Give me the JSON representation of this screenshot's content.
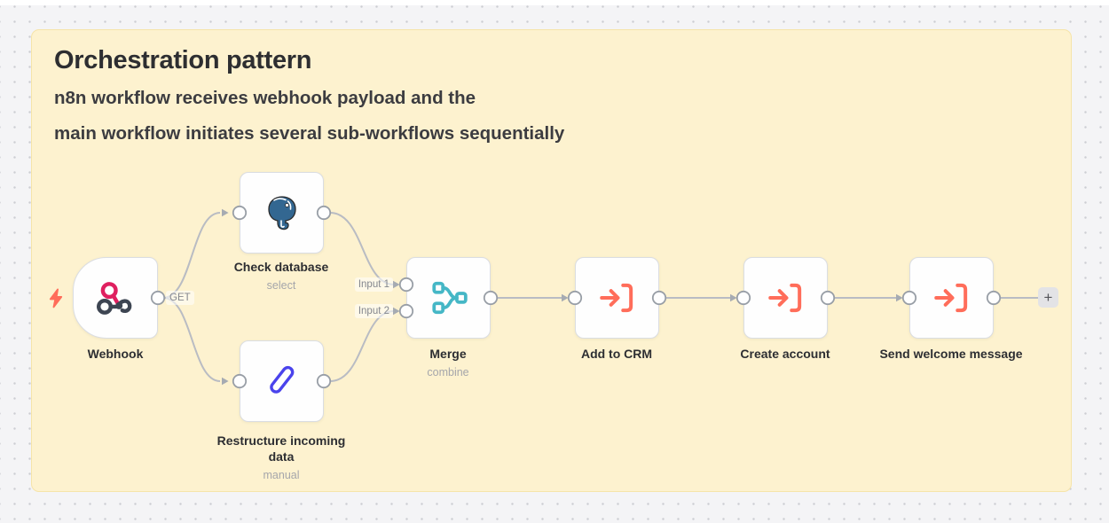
{
  "sticky": {
    "title": "Orchestration pattern",
    "subtitle_lines": [
      "n8n workflow receives webhook payload and the",
      "main workflow initiates several sub-workflows sequentially"
    ]
  },
  "nodes": [
    {
      "id": "webhook",
      "label": "Webhook",
      "sublabel": "",
      "icon": "webhook-icon",
      "type": "trigger"
    },
    {
      "id": "check-database",
      "label": "Check database",
      "sublabel": "select",
      "icon": "postgresql-icon",
      "type": "action"
    },
    {
      "id": "restructure-incoming-data",
      "label": "Restructure incoming data",
      "sublabel": "manual",
      "icon": "edit-pencil-icon",
      "type": "action"
    },
    {
      "id": "merge",
      "label": "Merge",
      "sublabel": "combine",
      "icon": "merge-icon",
      "type": "action"
    },
    {
      "id": "add-to-crm",
      "label": "Add to CRM",
      "sublabel": "",
      "icon": "execute-workflow-icon",
      "type": "action"
    },
    {
      "id": "create-account",
      "label": "Create account",
      "sublabel": "",
      "icon": "execute-workflow-icon",
      "type": "action"
    },
    {
      "id": "send-welcome-message",
      "label": "Send welcome message",
      "sublabel": "",
      "icon": "execute-workflow-icon",
      "type": "action"
    }
  ],
  "connection_labels": {
    "webhook_output": "GET",
    "merge_input_1": "Input 1",
    "merge_input_2": "Input 2"
  },
  "add_node_button": {
    "label": "+"
  },
  "colors": {
    "sticky_background": "#fdf2cf",
    "sticky_border": "#f6e4a9",
    "canvas_background": "#f4f4f6",
    "webhook_pink": "#df1f5f",
    "webhook_dark": "#3d4552",
    "postgres_blue": "#336791",
    "edit_blue": "#4a43ec",
    "merge_teal": "#45b7c6",
    "execute_salmon": "#ff6d5a",
    "trigger_bolt_salmon": "#ff6d5a",
    "connection_gray": "#b9bcc3"
  }
}
